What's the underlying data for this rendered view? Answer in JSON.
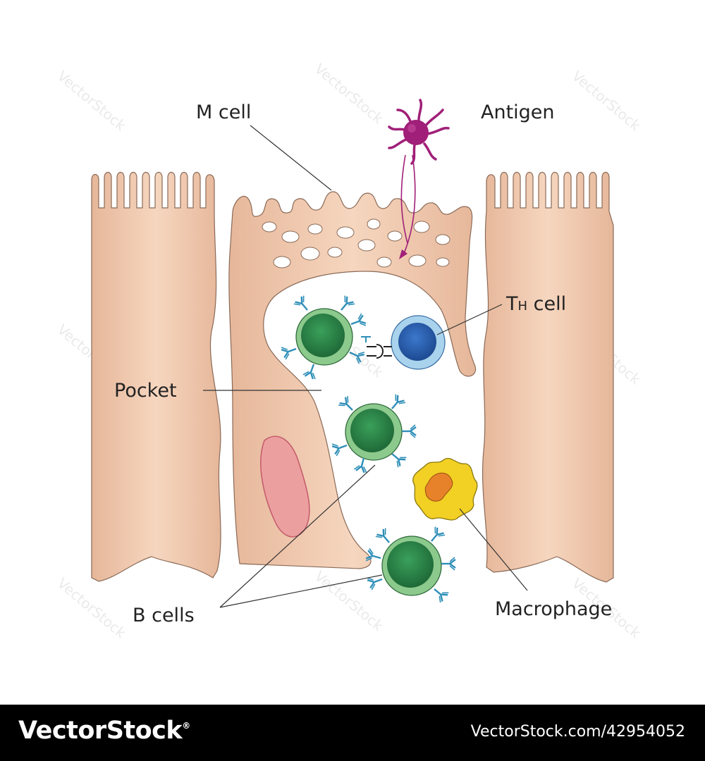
{
  "labels": {
    "m_cell": "M cell",
    "antigen": "Antigen",
    "th_cell_main": "T",
    "th_cell_sub": "H",
    "th_cell_rest": " cell",
    "pocket": "Pocket",
    "b_cells": "B cells",
    "macrophage": "Macrophage"
  },
  "watermark": {
    "text": "VectorStock"
  },
  "footer": {
    "brand": "VectorStock",
    "brand_mark": "®",
    "image_id": "VectorStock.com/42954052"
  },
  "colors": {
    "epithelium": "#f1c9ae",
    "epithelium_edge": "#8a6a57",
    "antigen": "#a01f78",
    "b_cell": "#2e8a4e",
    "b_cell_rim": "#8cc98c",
    "th_cell": "#2a5fb4",
    "th_cell_rim": "#a9d3ec",
    "macrophage_body": "#f2d024",
    "macrophage_nucleus": "#e8822a",
    "nucleus_red": "#e89a9a",
    "antibody": "#2f8fb8"
  }
}
